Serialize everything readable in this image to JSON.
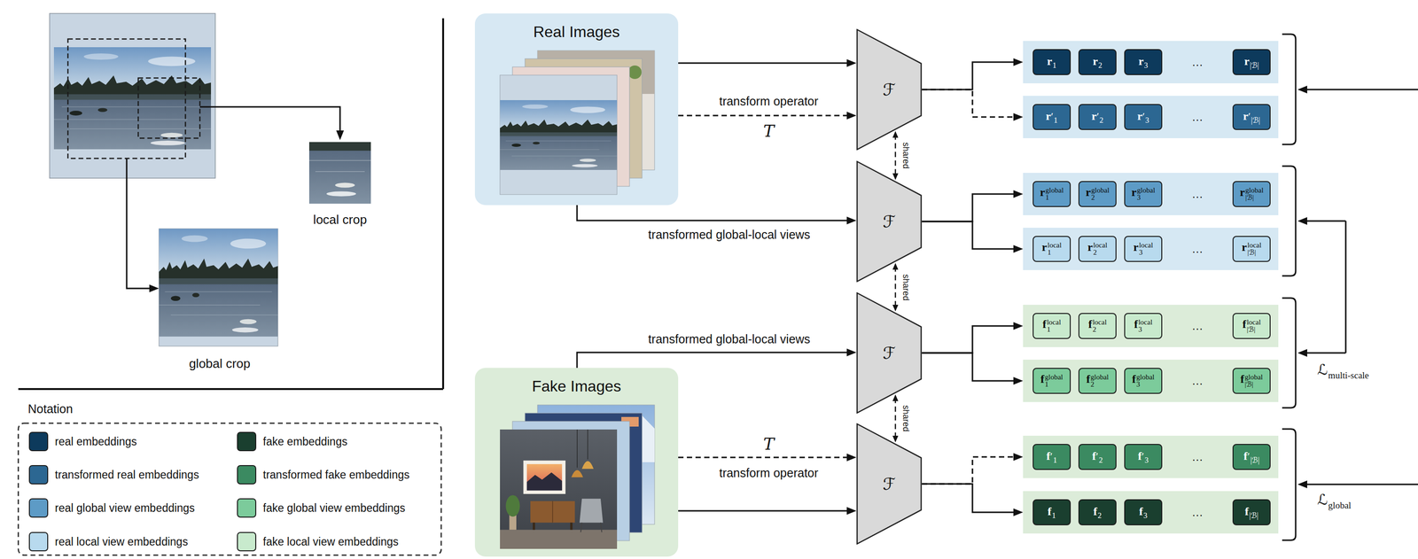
{
  "diagram": {
    "nodes": [
      {
        "text": [
          "Real Images"
        ]
      },
      {
        "text": [
          "Fake Images"
        ]
      },
      {
        "text": [
          "ℱ"
        ]
      },
      {
        "text": [
          "ℱ"
        ]
      },
      {
        "text": [
          "ℱ"
        ]
      },
      {
        "text": [
          "ℱ"
        ]
      },
      {
        "text": [
          "…"
        ]
      },
      {
        "text": [
          "r1"
        ],
        "in": 6
      },
      {
        "text": [
          "r2"
        ],
        "in": 6
      },
      {
        "text": [
          "r3"
        ],
        "in": 6
      },
      {
        "text": [
          "r|ℬ|"
        ],
        "in": 6
      },
      {
        "text": [
          "…"
        ]
      },
      {
        "text": [
          "r′1"
        ],
        "in": 11
      },
      {
        "text": [
          "r′2"
        ],
        "in": 11
      },
      {
        "text": [
          "r′3"
        ],
        "in": 11
      },
      {
        "text": [
          "r′|ℬ|"
        ],
        "in": 11
      },
      {
        "text": [
          "…"
        ]
      },
      {
        "text": [
          "r1global"
        ],
        "in": 16
      },
      {
        "text": [
          "r2global"
        ],
        "in": 16
      },
      {
        "text": [
          "r3global"
        ],
        "in": 16
      },
      {
        "text": [
          "r|ℬ|global"
        ],
        "in": 16
      },
      {
        "text": [
          "…"
        ]
      },
      {
        "text": [
          "r1local"
        ],
        "in": 21
      },
      {
        "text": [
          "r2local"
        ],
        "in": 21
      },
      {
        "text": [
          "r3local"
        ],
        "in": 21
      },
      {
        "text": [
          "r|ℬ|local"
        ],
        "in": 21
      },
      {
        "text": [
          "…"
        ]
      },
      {
        "text": [
          "f1local"
        ],
        "in": 26
      },
      {
        "text": [
          "f2local"
        ],
        "in": 26
      },
      {
        "text": [
          "f3local"
        ],
        "in": 26
      },
      {
        "text": [
          "f|ℬ|local"
        ],
        "in": 26
      },
      {
        "text": [
          "…"
        ]
      },
      {
        "text": [
          "f1global"
        ],
        "in": 31
      },
      {
        "text": [
          "f2global"
        ],
        "in": 31
      },
      {
        "text": [
          "f3global"
        ],
        "in": 31
      },
      {
        "text": [
          "f|ℬ|global"
        ],
        "in": 31
      },
      {
        "text": [
          "…"
        ]
      },
      {
        "text": [
          "f′1"
        ],
        "in": 36
      },
      {
        "text": [
          "f′2"
        ],
        "in": 36
      },
      {
        "text": [
          "f′3"
        ],
        "in": 36
      },
      {
        "text": [
          "f′|ℬ|"
        ],
        "in": 36
      },
      {
        "text": [
          "…"
        ]
      },
      {
        "text": [
          "f1"
        ],
        "in": 41
      },
      {
        "text": [
          "f2"
        ],
        "in": 41
      },
      {
        "text": [
          "f3"
        ],
        "in": 41
      },
      {
        "text": [
          "f|ℬ|"
        ],
        "in": 41
      }
    ],
    "edges": [
      {
        "from": 0,
        "to": 2,
        "arrow": "to"
      },
      {
        "from": 0,
        "to": 2,
        "label": "transform operator",
        "arrow": "to"
      },
      {
        "from": 0,
        "to": 3,
        "label": "transformed global-local views",
        "arrow": "to"
      },
      {
        "from": 1,
        "to": 4,
        "label": "transformed global-local views",
        "arrow": "to"
      },
      {
        "from": 1,
        "to": 5,
        "label": "transform operator",
        "arrow": "to"
      },
      {
        "from": 1,
        "to": 5,
        "arrow": "to"
      },
      {
        "from": 2,
        "to": 6,
        "arrow": "to"
      },
      {
        "from": 2,
        "to": 11,
        "arrow": "to"
      },
      {
        "from": 3,
        "to": 16,
        "arrow": "to"
      },
      {
        "from": 3,
        "to": 21,
        "arrow": "to"
      },
      {
        "from": 4,
        "to": 26,
        "arrow": "to"
      },
      {
        "from": 4,
        "to": 31,
        "arrow": "to"
      },
      {
        "from": 5,
        "to": 36,
        "arrow": "to"
      },
      {
        "from": 5,
        "to": 41,
        "arrow": "to"
      },
      {
        "from": 2,
        "to": 3,
        "label": "shared",
        "arrow": "both"
      },
      {
        "from": 3,
        "to": 4,
        "label": "shared",
        "arrow": "both"
      },
      {
        "from": 4,
        "to": 5,
        "label": "shared",
        "arrow": "both"
      }
    ],
    "labels": [
      "local crop",
      "global crop",
      "T",
      "T",
      "ℒmulti-scale",
      "ℒglobal",
      "Notation"
    ],
    "legend": [
      {
        "text": "real embeddings",
        "color": "#0d3a5c"
      },
      {
        "text": "fake embeddings",
        "color": "#1a3f2f"
      },
      {
        "text": "transformed real embeddings",
        "color": "#2c6792"
      },
      {
        "text": "transformed fake embeddings",
        "color": "#3b8a61"
      },
      {
        "text": "real global view embeddings",
        "color": "#5d9bc6"
      },
      {
        "text": "fake global view embeddings",
        "color": "#7ccb9b"
      },
      {
        "text": "real local view embeddings",
        "color": "#b8daee"
      },
      {
        "text": "fake local view embeddings",
        "color": "#c8eacd"
      }
    ]
  }
}
